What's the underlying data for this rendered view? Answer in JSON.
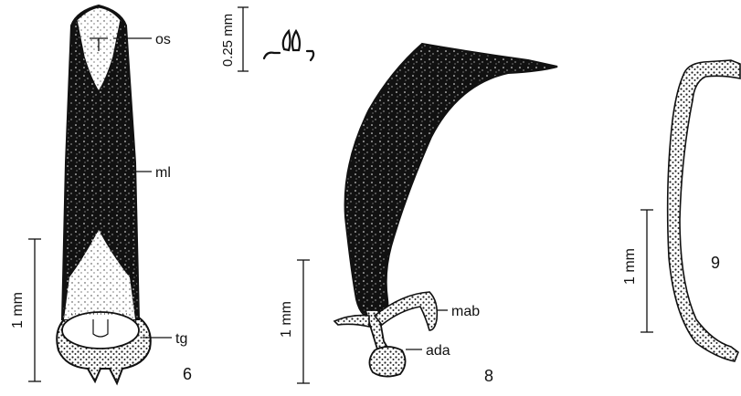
{
  "figures": [
    {
      "number": "6",
      "scale_label": "1 mm",
      "callouts": {
        "os": "os",
        "ml": "ml",
        "tg": "tg"
      }
    },
    {
      "number": "8",
      "scale_label": "1 mm",
      "callouts": {
        "mab": "mab",
        "ada": "ada"
      }
    },
    {
      "number": "9",
      "scale_label": "1 mm"
    }
  ],
  "inset": {
    "scale_label": "0.25 mm"
  },
  "colors": {
    "ink": "#111111",
    "paper": "#ffffff",
    "speckle": "#ffffff"
  }
}
